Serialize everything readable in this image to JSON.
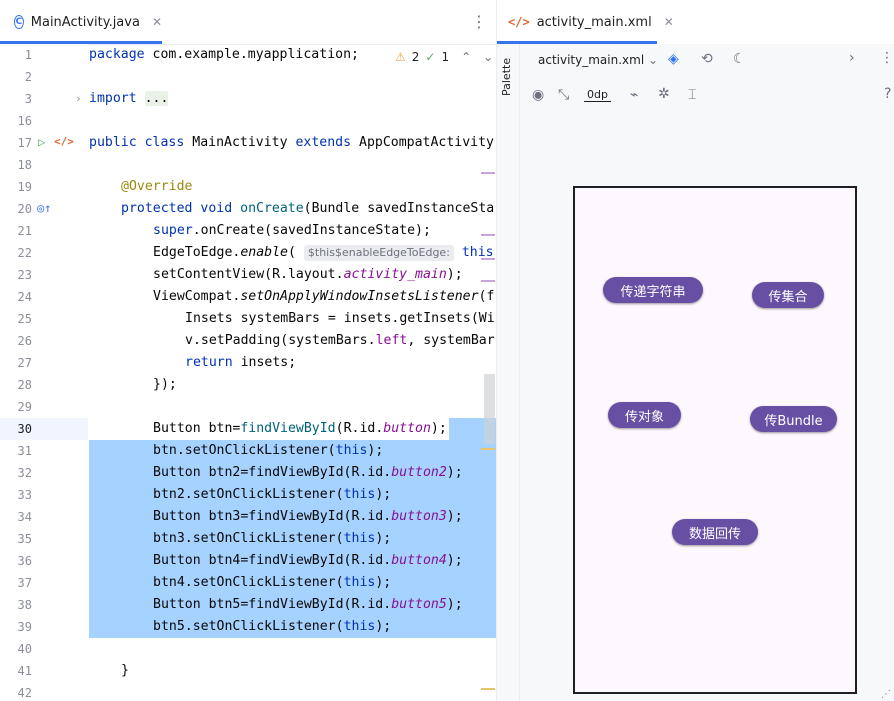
{
  "editor_tab": {
    "label": "MainActivity.java",
    "java_glyph": "C",
    "close": "✕",
    "more": "⋮"
  },
  "inspections": {
    "warnings": "2",
    "ok": "1"
  },
  "code": {
    "lines": [
      {
        "n": "1"
      },
      {
        "n": "2"
      },
      {
        "n": "3"
      },
      {
        "n": "16"
      },
      {
        "n": "17"
      },
      {
        "n": "18"
      },
      {
        "n": "19"
      },
      {
        "n": "20"
      },
      {
        "n": "21"
      },
      {
        "n": "22"
      },
      {
        "n": "23"
      },
      {
        "n": "24"
      },
      {
        "n": "25"
      },
      {
        "n": "26"
      },
      {
        "n": "27"
      },
      {
        "n": "28"
      },
      {
        "n": "29"
      },
      {
        "n": "30"
      },
      {
        "n": "31"
      },
      {
        "n": "32"
      },
      {
        "n": "33"
      },
      {
        "n": "34"
      },
      {
        "n": "35"
      },
      {
        "n": "36"
      },
      {
        "n": "37"
      },
      {
        "n": "38"
      },
      {
        "n": "39"
      },
      {
        "n": "40"
      },
      {
        "n": "41"
      },
      {
        "n": "42"
      }
    ],
    "t": {
      "package_kw": "package",
      "package_name": " com.example.myapplication;",
      "import_kw": "import",
      "import_dots": "...",
      "public_kw": "public",
      "class_kw": "class",
      "class_name": "MainActivity",
      "extends_kw": "extends",
      "super_class": "AppCompatActivity",
      "override": "@Override",
      "protected_kw": "protected",
      "void_kw": "void",
      "oncreate": "onCreate",
      "oncreate_params": "(Bundle savedInstanceSta",
      "super_kw": "super",
      "super_call": ".onCreate(savedInstanceState);",
      "e2e_prefix": "EdgeToEdge.",
      "e2e_fn": "enable",
      "e2e_open": "(",
      "e2e_hint": "$this$enableEdgeToEdge:",
      "e2e_this": "this",
      "scv_prefix": "setContentView(R.layout.",
      "scv_field": "activity_main",
      "scv_suffix": ");",
      "vc_prefix": "ViewCompat.",
      "vc_fn": "setOnApplyWindowInsetsListener",
      "vc_suffix": "(f",
      "insets_line": "Insets systemBars = insets.getInsets(Wi",
      "setpad_prefix": "v.setPadding(systemBars.",
      "setpad_field": "left",
      "setpad_suffix": ", systemBar",
      "return_kw": "return",
      "return_rest": " insets;",
      "close_lambda": "});",
      "close_brace": "}",
      "b1_prefix": "Button btn=",
      "b1_fn": "findViewById",
      "b1_mid": "(R.id.",
      "b1_field": "button",
      "b1_suffix": ");",
      "l31": "btn.setOnClickListener(",
      "l32_prefix": "Button btn2=findViewById(R.id.",
      "l32_field": "button2",
      "l33": "btn2.setOnClickListener(",
      "l34_prefix": "Button btn3=findViewById(R.id.",
      "l34_field": "button3",
      "l35": "btn3.setOnClickListener(",
      "l36_prefix": "Button btn4=findViewById(R.id.",
      "l36_field": "button4",
      "l37": "btn4.setOnClickListener(",
      "l38_prefix": "Button btn5=findViewById(R.id.",
      "l38_field": "button5",
      "l39": "btn5.setOnClickListener(",
      "this_kw": "this",
      "paren_semi": ");"
    }
  },
  "design_tab": {
    "label": "activity_main.xml",
    "xml_glyph": "</>",
    "close": "✕"
  },
  "palette_label": "Palette",
  "toolbar": {
    "file_dropdown": "activity_main.xml",
    "chevron": "⌄",
    "next": "›",
    "more": "⋮",
    "default_margin": "0dp",
    "help": "?"
  },
  "preview_buttons": {
    "b1": "传递字符串",
    "b2": "传集合",
    "b3": "传对象",
    "b4": "传Bundle",
    "b5": "数据回传"
  },
  "colors": {
    "accent": "#3574f0",
    "selection": "#a6d2ff",
    "button": "#6750a4"
  }
}
